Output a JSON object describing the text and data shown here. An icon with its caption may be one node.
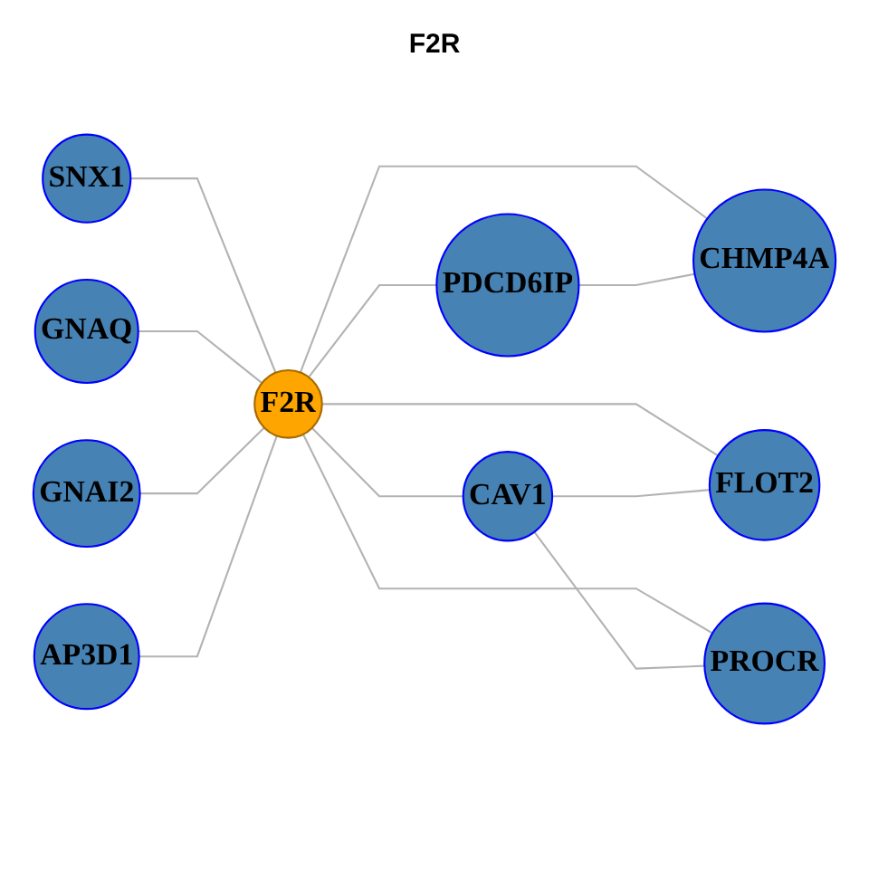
{
  "diagram": {
    "title": "F2R",
    "nodes": [
      {
        "text": [
          "PDCD6IP"
        ]
      },
      {
        "text": [
          "CHMP4A"
        ]
      },
      {
        "text": [
          "SNX1"
        ]
      },
      {
        "text": [
          "GNAQ"
        ]
      },
      {
        "text": [
          "GNAI2"
        ]
      },
      {
        "text": [
          "F2R"
        ]
      },
      {
        "text": [
          "AP3D1"
        ]
      },
      {
        "text": [
          "FLOT2"
        ]
      },
      {
        "text": [
          "PROCR"
        ]
      },
      {
        "text": [
          "CAV1"
        ]
      }
    ],
    "edges": [
      {
        "from": 5,
        "to": 0,
        "arrow": "none"
      },
      {
        "from": 5,
        "to": 1,
        "arrow": "none"
      },
      {
        "from": 2,
        "to": 5,
        "arrow": "none"
      },
      {
        "from": 3,
        "to": 5,
        "arrow": "none"
      },
      {
        "from": 4,
        "to": 5,
        "arrow": "none"
      },
      {
        "from": 6,
        "to": 5,
        "arrow": "none"
      },
      {
        "from": 5,
        "to": 7,
        "arrow": "none"
      },
      {
        "from": 5,
        "to": 8,
        "arrow": "none"
      },
      {
        "from": 5,
        "to": 9,
        "arrow": "none"
      },
      {
        "from": 0,
        "to": 1,
        "arrow": "none"
      },
      {
        "from": 9,
        "to": 7,
        "arrow": "none"
      },
      {
        "from": 9,
        "to": 8,
        "arrow": "none"
      }
    ]
  }
}
